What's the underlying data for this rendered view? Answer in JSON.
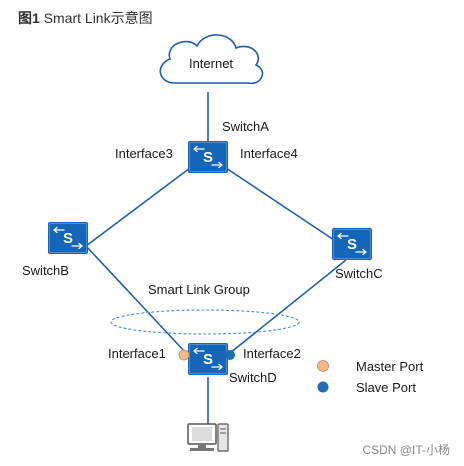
{
  "figure": {
    "prefix": "图1",
    "title": "Smart Link示意图"
  },
  "cloud": {
    "label": "Internet",
    "icon": "cloud-icon"
  },
  "switches": {
    "a": {
      "label": "SwitchA",
      "icon": "switch-icon"
    },
    "b": {
      "label": "SwitchB",
      "icon": "switch-icon"
    },
    "c": {
      "label": "SwitchC",
      "icon": "switch-icon"
    },
    "d": {
      "label": "SwitchD",
      "icon": "switch-icon"
    }
  },
  "interfaces": {
    "a_left": "Interface3",
    "a_right": "Interface4",
    "d_left": "Interface1",
    "d_right": "Interface2"
  },
  "group": {
    "label": "Smart Link Group"
  },
  "pc": {
    "icon": "pc-icon"
  },
  "legend": {
    "master": {
      "label": "Master Port",
      "color": "#f5b88a"
    },
    "slave": {
      "label": "Slave Port",
      "color": "#1e6db5"
    }
  },
  "colors": {
    "switch_fill": "#1565b8",
    "link": "#1e5fa8",
    "group_ellipse": "#4a8fd0"
  },
  "watermark": "CSDN @IT-小杨"
}
